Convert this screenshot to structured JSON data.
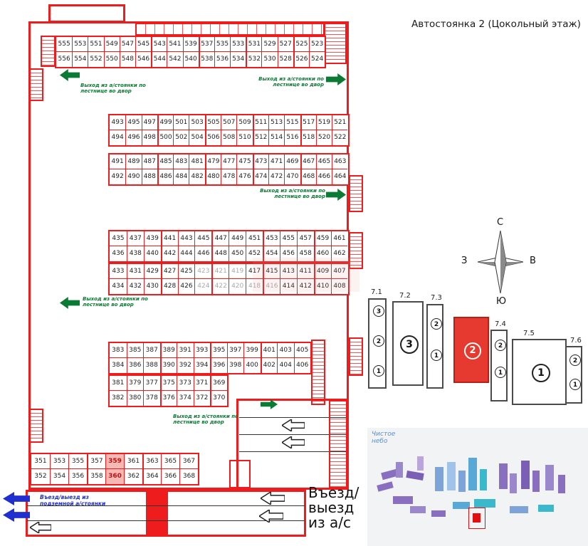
{
  "title": "Автостоянка 2 (Цокольный этаж)",
  "exit_label": "Выход из а/стоянки по лестнице во двор",
  "entrance": {
    "small_label": "Въезд/выезд из подземной а/стоянки",
    "big_line1": "Въезд/",
    "big_line2": "выезд",
    "big_line3": "из а/с"
  },
  "compass": {
    "north": "С",
    "south": "Ю",
    "west": "З",
    "east": "В"
  },
  "buildings": {
    "sections": [
      {
        "label": "7.1",
        "type": "strip",
        "floors": [
          "3",
          "2",
          "1"
        ]
      },
      {
        "label": "7.2",
        "type": "big",
        "number": "3"
      },
      {
        "label": "7.3",
        "type": "strip",
        "floors": [
          "2",
          "1"
        ]
      },
      {
        "label": "",
        "type": "highlight",
        "number": "2"
      },
      {
        "label": "7.4",
        "type": "strip",
        "floors": [
          "2",
          "1"
        ]
      },
      {
        "label": "7.5",
        "type": "big",
        "number": "1"
      },
      {
        "label": "7.6",
        "type": "strip",
        "floors": [
          "2",
          "1"
        ]
      }
    ]
  },
  "minimap": {
    "logo": "Чистое небо"
  },
  "parking": {
    "blocks": [
      {
        "id": "A",
        "groups": [
          6,
          3,
          3,
          3,
          2
        ],
        "top": [
          "555",
          "553",
          "551",
          "549",
          "547",
          "545",
          "543",
          "541",
          "539",
          "537",
          "535",
          "533",
          "531",
          "529",
          "527",
          "525",
          "523"
        ],
        "bottom": [
          "556",
          "554",
          "552",
          "550",
          "548",
          "546",
          "544",
          "542",
          "540",
          "538",
          "536",
          "534",
          "532",
          "530",
          "528",
          "526",
          "524"
        ]
      },
      {
        "id": "B",
        "groups": [
          3,
          3,
          3,
          3,
          3
        ],
        "top": [
          "493",
          "495",
          "497",
          "499",
          "501",
          "503",
          "505",
          "507",
          "509",
          "511",
          "513",
          "515",
          "517",
          "519",
          "521"
        ],
        "bottom": [
          "494",
          "496",
          "498",
          "500",
          "502",
          "504",
          "506",
          "508",
          "510",
          "512",
          "514",
          "516",
          "518",
          "520",
          "522"
        ]
      },
      {
        "id": "C",
        "groups": [
          3,
          3,
          3,
          3,
          3
        ],
        "top": [
          "491",
          "489",
          "487",
          "485",
          "483",
          "481",
          "479",
          "477",
          "475",
          "473",
          "471",
          "469",
          "467",
          "465",
          "463"
        ],
        "bottom": [
          "492",
          "490",
          "488",
          "486",
          "484",
          "482",
          "480",
          "478",
          "476",
          "474",
          "472",
          "470",
          "468",
          "466",
          "464"
        ]
      },
      {
        "id": "D",
        "groups": [
          3,
          3,
          3,
          3,
          2
        ],
        "top": [
          "435",
          "437",
          "439",
          "441",
          "443",
          "445",
          "447",
          "449",
          "451",
          "453",
          "455",
          "457",
          "459",
          "461"
        ],
        "bottom": [
          "436",
          "438",
          "440",
          "442",
          "444",
          "446",
          "448",
          "450",
          "452",
          "454",
          "456",
          "458",
          "460",
          "462"
        ]
      },
      {
        "id": "E",
        "groups": [
          3,
          3,
          3,
          3,
          2
        ],
        "top": [
          "433",
          "431",
          "429",
          "427",
          "425",
          "423",
          "421",
          "419",
          "417",
          "415",
          "413",
          "411",
          "409",
          "407"
        ],
        "bottom": [
          "434",
          "432",
          "430",
          "428",
          "426",
          "424",
          "422",
          "420",
          "418",
          "416",
          "414",
          "412",
          "410",
          "408"
        ]
      },
      {
        "id": "F",
        "groups": [
          3,
          3,
          3,
          3
        ],
        "top": [
          "383",
          "385",
          "387",
          "389",
          "391",
          "393",
          "395",
          "397",
          "399",
          "401",
          "403",
          "405"
        ],
        "bottom": [
          "384",
          "386",
          "388",
          "390",
          "392",
          "394",
          "396",
          "398",
          "400",
          "402",
          "404",
          "406"
        ]
      },
      {
        "id": "G",
        "groups": [
          3,
          3,
          1
        ],
        "top": [
          "381",
          "379",
          "377",
          "375",
          "373",
          "371",
          "369"
        ],
        "bottom": [
          "382",
          "380",
          "378",
          "376",
          "374",
          "372",
          "370"
        ]
      },
      {
        "id": "H",
        "groups": [
          3,
          3,
          3
        ],
        "top": [
          "351",
          "353",
          "355",
          "357",
          "359",
          "361",
          "363",
          "365",
          "367"
        ],
        "bottom": [
          "352",
          "354",
          "356",
          "358",
          "360",
          "362",
          "364",
          "366",
          "368"
        ]
      }
    ],
    "highlighted": [
      "359",
      "360"
    ],
    "muted": [
      "423",
      "421",
      "419",
      "424",
      "422",
      "420",
      "418",
      "416"
    ]
  },
  "colors": {
    "wall": "#ee1c1c",
    "green": "#0b7a34",
    "blue": "#2030cf",
    "highlight_bg": "#f5b9b5",
    "highlight_text": "#c01010",
    "muted_text": "#a9a9a9",
    "building_red": "#e63a30"
  }
}
